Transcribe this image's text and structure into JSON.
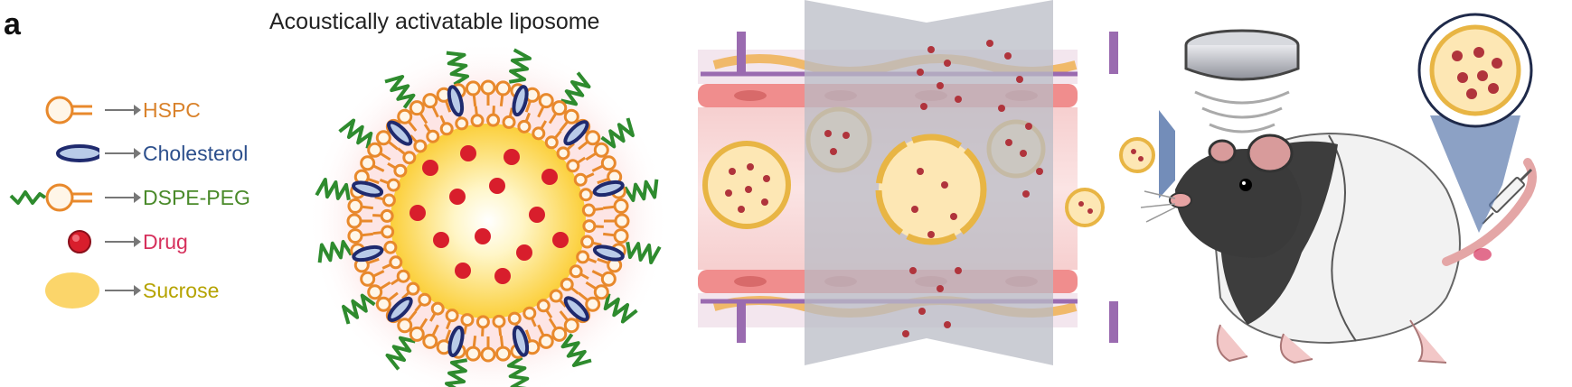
{
  "panel": {
    "letter": "a",
    "title": "Acoustically activatable liposome"
  },
  "legend": [
    {
      "label": "HSPC",
      "color": "#d9822b",
      "icon": "phospholipid-icon"
    },
    {
      "label": "Cholesterol",
      "color": "#2c4f8c",
      "icon": "cholesterol-icon"
    },
    {
      "label": "DSPE-PEG",
      "color": "#4a8a2a",
      "icon": "peg-lipid-icon"
    },
    {
      "label": "Drug",
      "color": "#d6305c",
      "icon": "drug-icon"
    },
    {
      "label": "Sucrose",
      "color": "#b5a300",
      "icon": "sucrose-icon"
    }
  ],
  "colors": {
    "lipid_orange": "#e8892c",
    "cholesterol_navy": "#1f2a6e",
    "peg_green": "#2e8b2e",
    "drug_red": "#d81e2c",
    "sucrose_yellow": "#fbd56a",
    "vessel_pink": "#f4c6c6",
    "ultrasound_grey": "#b9bcc6",
    "beam_blue": "#5b79ad"
  }
}
